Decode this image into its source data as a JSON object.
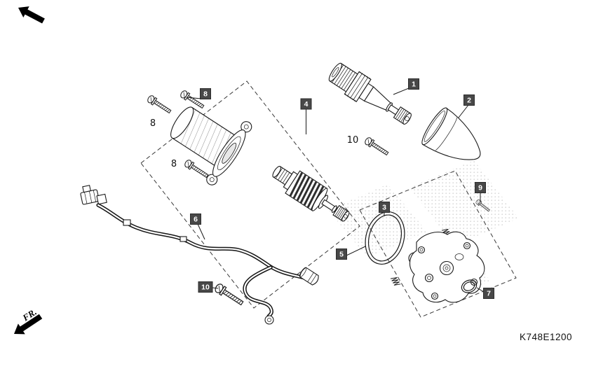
{
  "diagram": {
    "footer": {
      "code": "K748E1200"
    },
    "orientation": {
      "front_label": "FR."
    },
    "callouts": [
      {
        "text": "8",
        "style": "badge"
      },
      {
        "text": "1",
        "style": "badge"
      },
      {
        "text": "2",
        "style": "badge"
      },
      {
        "text": "4",
        "style": "badge"
      },
      {
        "text": "8",
        "style": "plain"
      },
      {
        "text": "10",
        "style": "plain"
      },
      {
        "text": "8",
        "style": "plain"
      },
      {
        "text": "9",
        "style": "badge"
      },
      {
        "text": "3",
        "style": "badge"
      },
      {
        "text": "6",
        "style": "badge"
      },
      {
        "text": "5",
        "style": "badge"
      },
      {
        "text": "10",
        "style": "badge"
      },
      {
        "text": "7",
        "style": "badge"
      }
    ],
    "colors": {
      "line": "#1a1a1a",
      "badge_bg": "#484848",
      "badge_text": "#ffffff",
      "halftone_dot": "#d9d9d9",
      "paper": "#ffffff"
    }
  }
}
